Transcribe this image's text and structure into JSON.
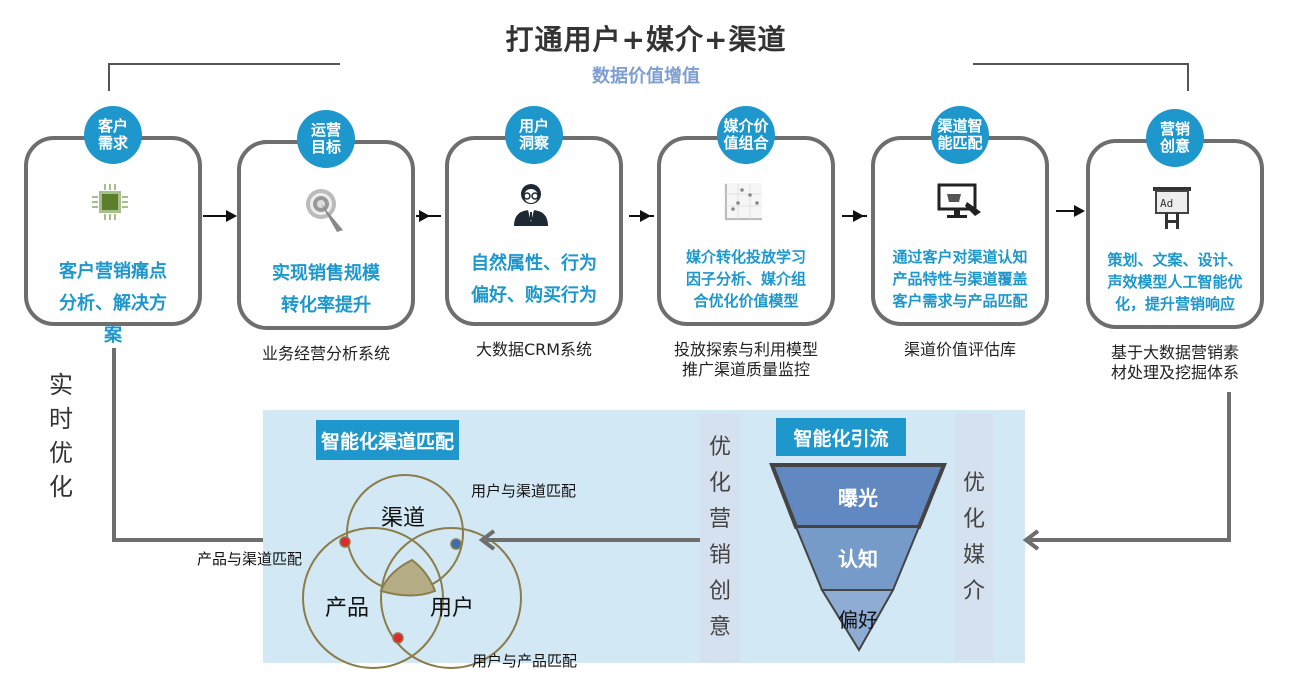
{
  "header": {
    "title": "打通用户+媒介+渠道",
    "subtitle": "数据价值增值"
  },
  "stages": [
    {
      "badge": "客户\n需求",
      "icon": "chip-icon",
      "text": "客户营销痛点\n分析、解决方\n案",
      "caption": ""
    },
    {
      "badge": "运营\n目标",
      "icon": "target-icon",
      "text": "实现销售规模\n转化率提升",
      "caption": "业务经营分析系统"
    },
    {
      "badge": "用户\n洞察",
      "icon": "user-icon",
      "text": "自然属性、行为\n偏好、购买行为",
      "caption": "大数据CRM系统"
    },
    {
      "badge": "媒介价\n值组合",
      "icon": "scatter-chart-icon",
      "text": "媒介转化投放学习\n因子分析、媒介组\n合优化价值模型",
      "caption": "投放探索与利用模型\n推广渠道质量监控"
    },
    {
      "badge": "渠道智\n能匹配",
      "icon": "monitor-cart-icon",
      "text": "通过客户对渠道认知\n产品特性与渠道覆盖\n客户需求与产品匹配",
      "caption": "渠道价值评估库"
    },
    {
      "badge": "营销\n创意",
      "icon": "billboard-icon",
      "text": "策划、文案、设计、\n声效模型人工智能优\n化，提升营销响应",
      "caption": "基于大数据营销素\n材处理及挖掘体系"
    }
  ],
  "feedback": {
    "realtime_label": [
      "实",
      "时",
      "优",
      "化"
    ]
  },
  "channel_matching": {
    "title": "智能化渠道匹配",
    "circles": [
      "渠道",
      "产品",
      "用户"
    ],
    "labels": {
      "user_channel": "用户与渠道匹配",
      "product_channel": "产品与渠道匹配",
      "user_product": "用户与产品匹配"
    },
    "colors": {
      "circle": "#8b7d4a",
      "center": "#b5ad85",
      "red_dot": "#e0282e",
      "blue_dot": "#3c6cb4"
    }
  },
  "optimize_creative": [
    "优",
    "化",
    "营",
    "销",
    "创",
    "意"
  ],
  "optimize_media": [
    "优",
    "化",
    "媒",
    "介"
  ],
  "traffic": {
    "title": "智能化引流",
    "funnel": [
      "曝光",
      "认知",
      "偏好"
    ],
    "colors": [
      "#6188c0",
      "#769bc8",
      "#8eacd4"
    ]
  },
  "colors": {
    "accent": "#1e97cc",
    "panel": "#d3e8f5",
    "card_border": "#6e6e6e"
  }
}
